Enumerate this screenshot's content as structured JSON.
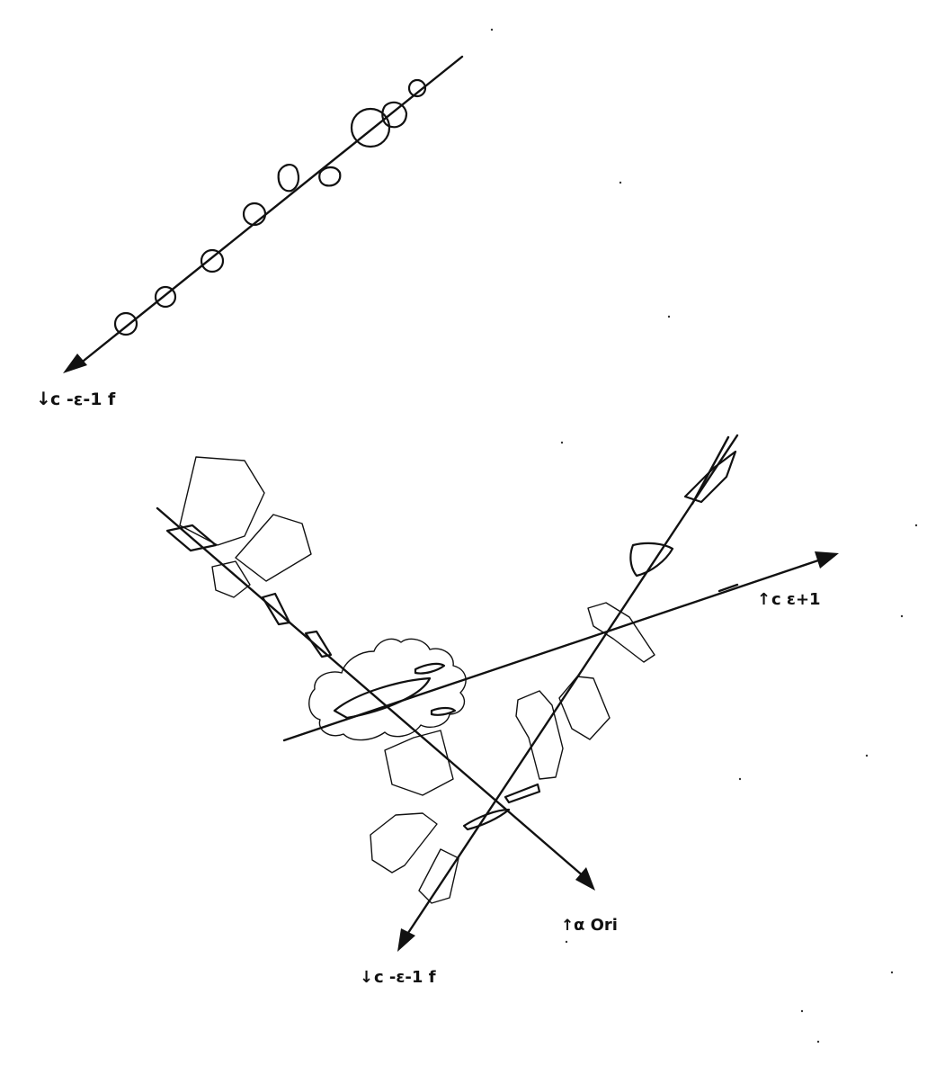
{
  "labels": {
    "top_axis": "c -ε-1 f",
    "right_axis": "c ε+1",
    "alpha_axis": "α Ori",
    "bottom_axis": "c -ε-1 f"
  },
  "icons": {
    "down_arrow": "↓",
    "up_arrow": "↑"
  },
  "colors": {
    "ink": "#111111",
    "paper": "#ffffff"
  }
}
